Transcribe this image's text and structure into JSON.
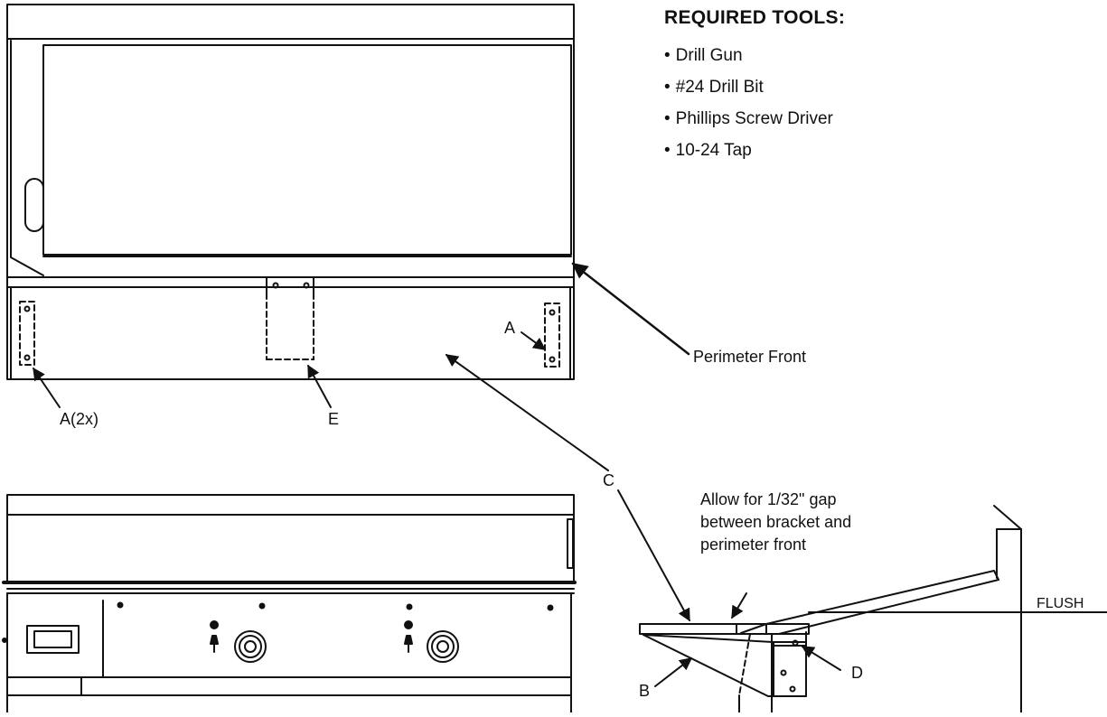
{
  "tools": {
    "heading": "REQUIRED TOOLS:",
    "items": [
      "Drill Gun",
      "#24 Drill Bit",
      "Phillips Screw Driver",
      "10-24 Tap"
    ]
  },
  "callouts": {
    "perimeter_front": "Perimeter Front",
    "a_right": "A",
    "a_left": "A(2x)",
    "e": "E",
    "c": "C",
    "gap_note": [
      "Allow for 1/32\" gap",
      "between bracket and",
      "perimeter front"
    ],
    "flush": "FLUSH",
    "d": "D",
    "b": "B"
  }
}
